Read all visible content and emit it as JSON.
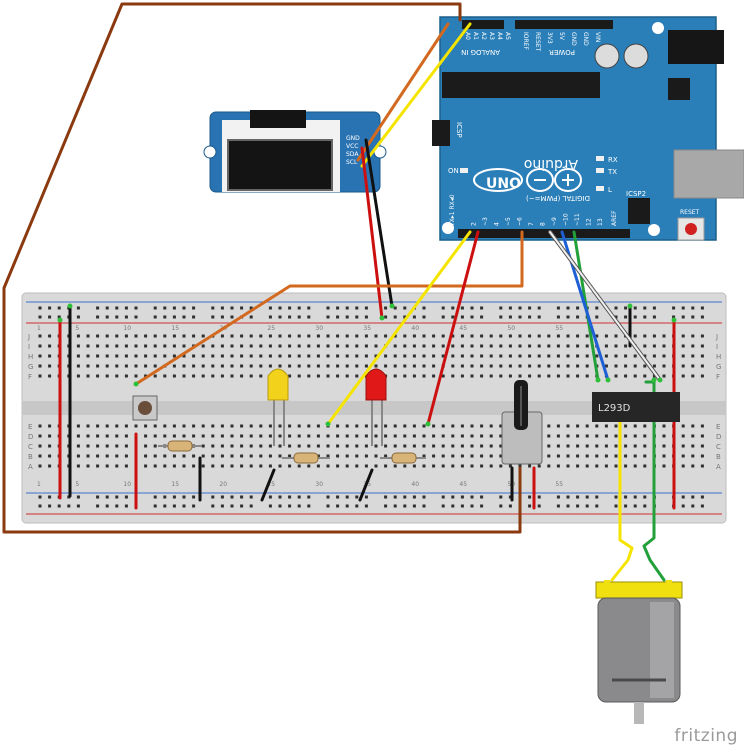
{
  "arduino": {
    "brand": "Arduino",
    "model": "UNO",
    "pwm_label": "DIGITAL (PWM=~)",
    "analog_label": "ANALOG IN",
    "power_label": "POWER",
    "icsp_label": "ICSP",
    "icsp2_label": "ICSP2",
    "reset_label": "RESET",
    "on_label": "ON",
    "tx_label": "TX",
    "rx_label": "RX",
    "l_label": "L",
    "aref_label": "AREF",
    "txrx_label": "TX▸1 RX◂0",
    "power_pins": [
      "IOREF",
      "RESET",
      "3V3",
      "5V",
      "GND",
      "GND",
      "VIN"
    ],
    "analog_pins": [
      "A0",
      "A1",
      "A2",
      "A3",
      "A4",
      "A5"
    ],
    "digital_pins": [
      "13",
      "12",
      "~11",
      "~10",
      "~9",
      "8",
      "7",
      "~6",
      "~5",
      "4",
      "~3",
      "2"
    ]
  },
  "oled": {
    "pins": [
      "GND",
      "VCC",
      "SDA",
      "SCL"
    ]
  },
  "breadboard": {
    "row_letters": [
      "J",
      "I",
      "H",
      "G",
      "F",
      "E",
      "D",
      "C",
      "B",
      "A"
    ],
    "column_numbers": [
      "1",
      "5",
      "10",
      "15",
      "20",
      "25",
      "30",
      "35",
      "40",
      "45",
      "50",
      "55"
    ]
  },
  "driver_chip": {
    "label": "L293D"
  },
  "footer": {
    "brand": "fritzing"
  },
  "colors": {
    "board": "#2b7fb8",
    "wire_brown": "#8b3a10",
    "wire_orange": "#d2691e",
    "wire_yellow": "#f5e400",
    "wire_red": "#cc1010",
    "wire_black": "#111111",
    "wire_green": "#22a03a",
    "wire_blue": "#1f5fd6",
    "wire_white": "#f0f0f0",
    "led_red": "#e01818",
    "led_yellow": "#f2d21a",
    "motor_body": "#8a8a8c",
    "motor_cap": "#f0e010"
  }
}
